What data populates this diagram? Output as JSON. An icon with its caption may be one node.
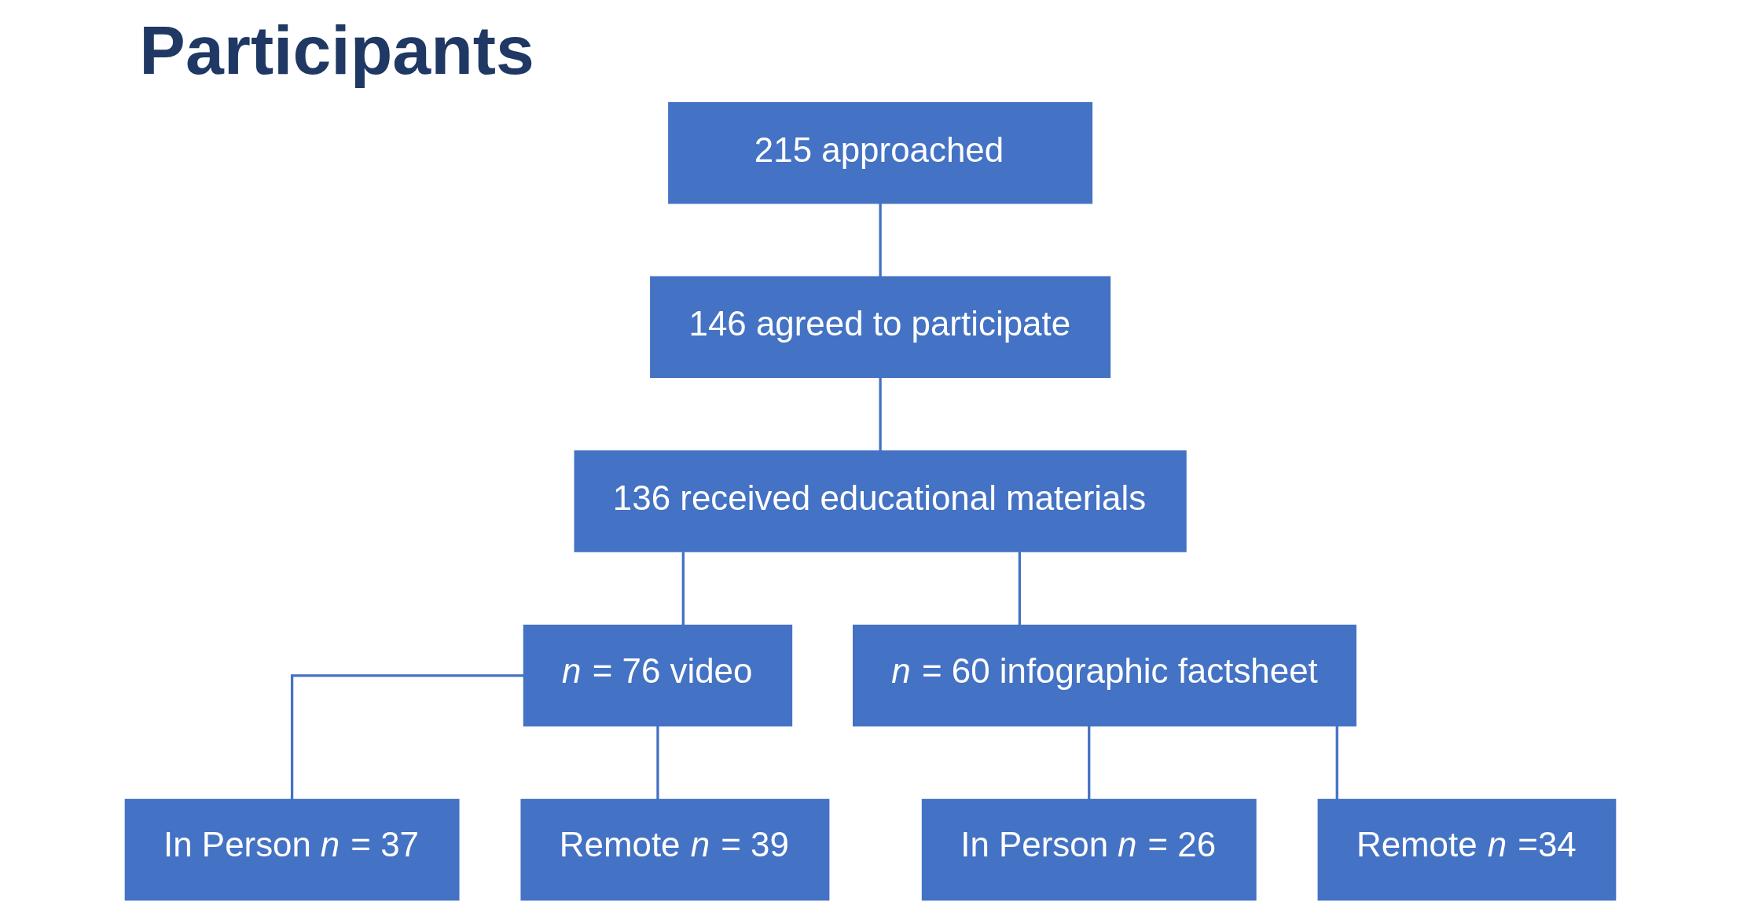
{
  "diagram": {
    "title": "Participants",
    "nodes": [
      {
        "text": [
          "215 approached"
        ]
      },
      {
        "text": [
          "146 agreed to participate"
        ]
      },
      {
        "text": [
          "136 received educational materials"
        ]
      },
      {
        "text": [
          "*n* = 76 video"
        ]
      },
      {
        "text": [
          "*n* = 60 infographic factsheet"
        ]
      },
      {
        "text": [
          "In Person *n* = 37"
        ]
      },
      {
        "text": [
          "Remote *n* = 39"
        ]
      },
      {
        "text": [
          "In Person *n* = 26"
        ]
      },
      {
        "text": [
          "Remote *n* =34"
        ]
      }
    ],
    "edges": [
      {
        "from": 0,
        "to": 1,
        "arrow": "none"
      },
      {
        "from": 1,
        "to": 2,
        "arrow": "none"
      },
      {
        "from": 2,
        "to": 3,
        "arrow": "none"
      },
      {
        "from": 2,
        "to": 4,
        "arrow": "none"
      },
      {
        "from": 3,
        "to": 5,
        "arrow": "none"
      },
      {
        "from": 3,
        "to": 6,
        "arrow": "none"
      },
      {
        "from": 4,
        "to": 7,
        "arrow": "none"
      },
      {
        "from": 4,
        "to": 8,
        "arrow": "none"
      }
    ]
  }
}
